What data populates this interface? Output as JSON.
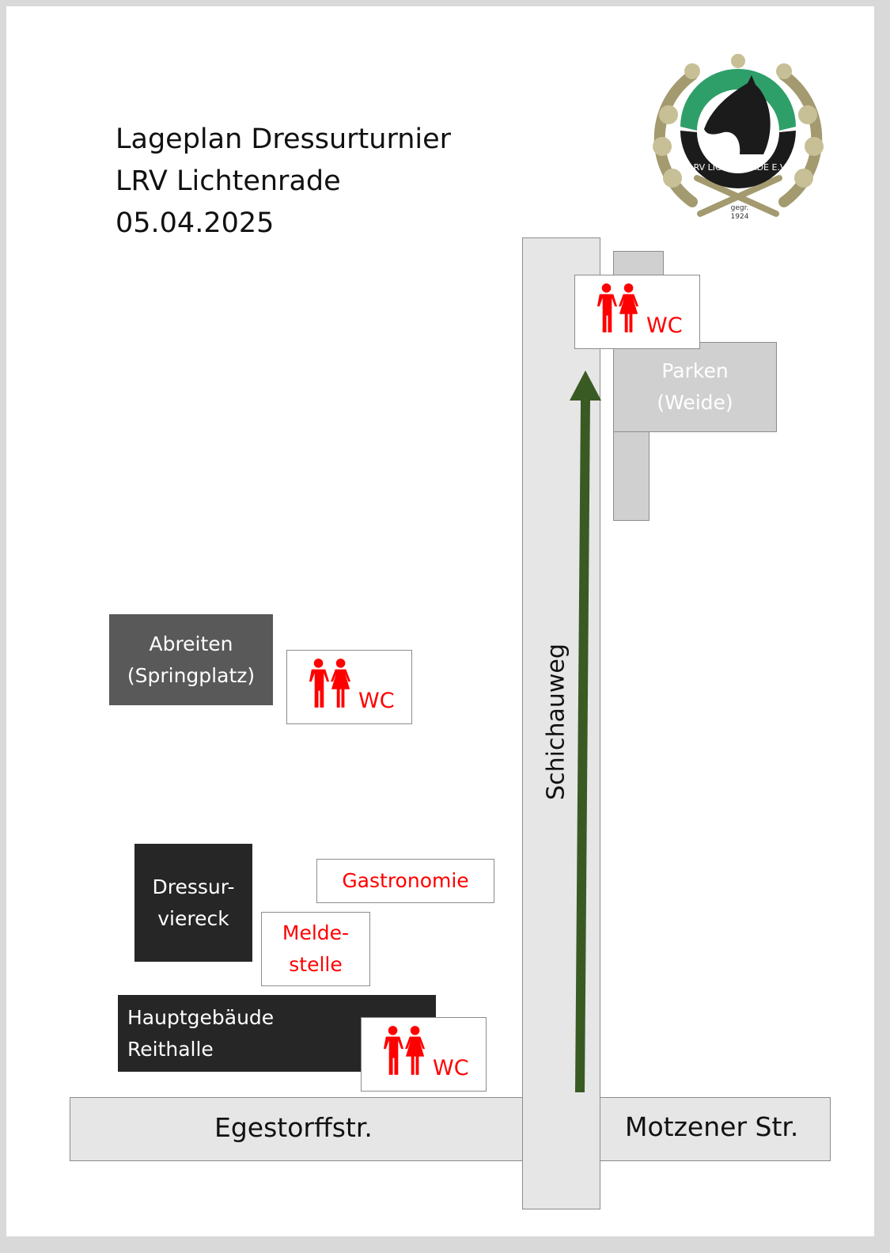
{
  "title": {
    "line1": "Lageplan Dressurturnier",
    "line2": "LRV Lichtenrade",
    "line3": "05.04.2025"
  },
  "logo": {
    "text": "LRV LICHTENRADE E.V.",
    "founded_label": "gegr.",
    "founded_year": "1924",
    "icon": "horse-head-wreath-emblem"
  },
  "streets": {
    "egestorff": "Egestorffstr.",
    "motzener": "Motzener Str.",
    "schichauweg": "Schichauweg"
  },
  "areas": {
    "parken": {
      "line1": "Parken",
      "line2": "(Weide)"
    },
    "abreiten": {
      "line1": "Abreiten",
      "line2": "(Springplatz)"
    },
    "dressur": {
      "line1": "Dressur-",
      "line2": "viereck"
    },
    "gastronomie": "Gastronomie",
    "meldestelle": {
      "line1": "Melde-",
      "line2": "stelle"
    },
    "hauptgebaeude": {
      "line1": "Hauptgebäude",
      "line2": "Reithalle"
    }
  },
  "wc": {
    "label": "WC",
    "icon": "restroom-icon"
  },
  "colors": {
    "wc_red": "#ff0000",
    "arrow_green": "#3a5a24",
    "street": "#e6e6e6",
    "parking": "#d0d0d0",
    "dark_building": "#262626",
    "abreiten": "#595959"
  }
}
